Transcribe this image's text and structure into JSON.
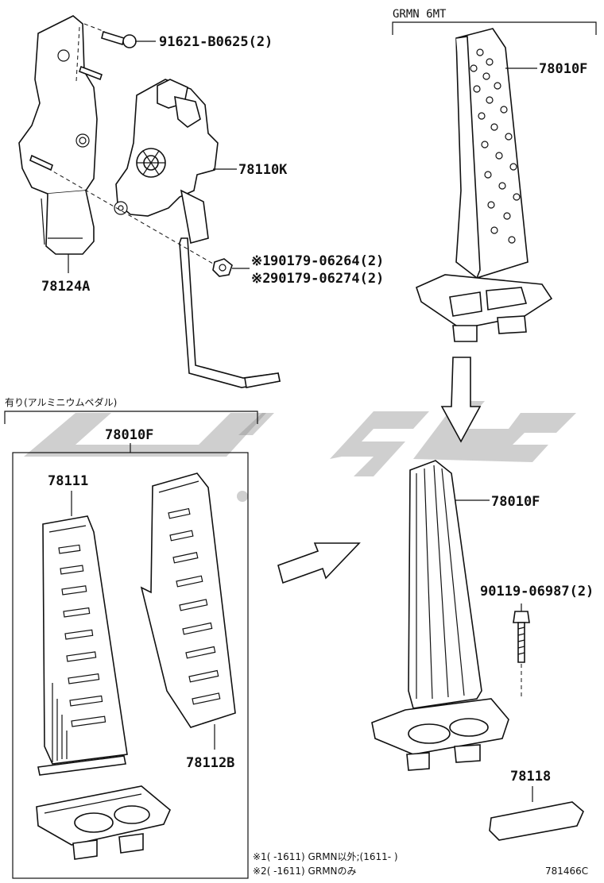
{
  "labels": {
    "bolt_top": "91621-B0625(2)",
    "sensor": "78110K",
    "bracket": "78124A",
    "nut_1": "90179-06264(2)",
    "nut_2": "90179-06274(2)",
    "note_mark_1": "※1",
    "note_mark_2": "※2",
    "grmn_header": "GRMN  6MT",
    "pedal_grmn": "78010F",
    "alu_header": "有り(アルミニウムペダル)",
    "pedal_alu": "78010F",
    "pad_left": "78111",
    "pad_right": "78112B",
    "pedal_std": "78010F",
    "bolt_std": "90119-06987(2)",
    "cover": "78118",
    "footnote_1": "※1(     -1611) GRMN以外;(1611-     )",
    "footnote_2": "※2(     -1611) GRMNのみ",
    "figure_id": "781466C"
  },
  "colors": {
    "line": "#111111",
    "watermark": "#8d8d8d"
  }
}
